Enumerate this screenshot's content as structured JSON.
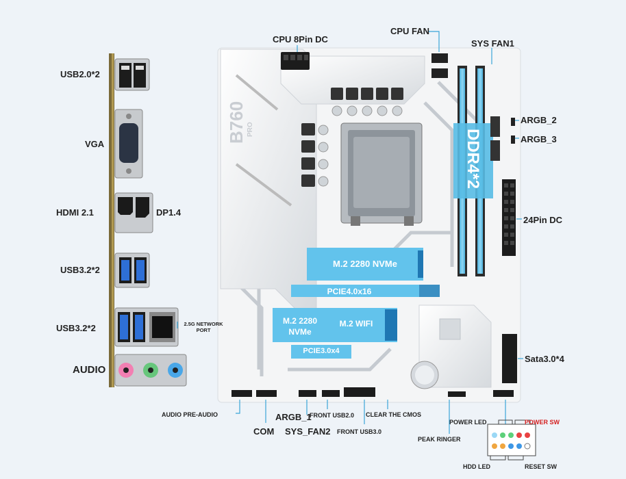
{
  "io_labels": {
    "usb20": "USB2.0*2",
    "vga": "VGA",
    "hdmi": "HDMI 2.1",
    "dp": "DP1.4",
    "usb32a": "USB3.2*2",
    "usb32b": "USB3.2*2",
    "lan": "2.5G NETWORK PORT",
    "audio": "AUDIO"
  },
  "top_labels": {
    "cpu8pin": "CPU 8Pin DC",
    "cpufan": "CPU FAN",
    "sysfan1": "SYS FAN1"
  },
  "right_labels": {
    "argb2": "ARGB_2",
    "argb3": "ARGB_3",
    "pin24": "24Pin DC",
    "sata": "Sata3.0*4"
  },
  "board_text": {
    "chipset": "B760",
    "chipset_sub": "PRO",
    "ddr": "DDR4*2",
    "m2_top": "M.2 2280 NVMe",
    "pcie16": "PCIE4.0x16",
    "m2_bottom_line1": "M.2 2280",
    "m2_bottom_line2": "NVMe",
    "m2_wifi": "M.2 WIFI",
    "pcie4": "PCIE3.0x4"
  },
  "bottom_labels": {
    "audio_pre": "AUDIO PRE-AUDIO",
    "com": "COM",
    "argb1": "ARGB_1",
    "sysfan2": "SYS_FAN2",
    "front_usb20": "FRONT USB2.0",
    "front_usb30": "FRONT USB3.0",
    "clear_cmos": "CLEAR THE CMOS",
    "peak_ringer": "PEAK RINGER"
  },
  "panel_labels": {
    "power_led": "POWER LED",
    "power_sw": "POWER SW",
    "hdd_led": "HDD LED",
    "reset_sw": "RESET SW"
  },
  "colors": {
    "accent_blue": "#5cc3ec",
    "board_white": "#f4f5f6",
    "leader_line": "#3aa5d8",
    "power_sw_red": "#d42020"
  }
}
